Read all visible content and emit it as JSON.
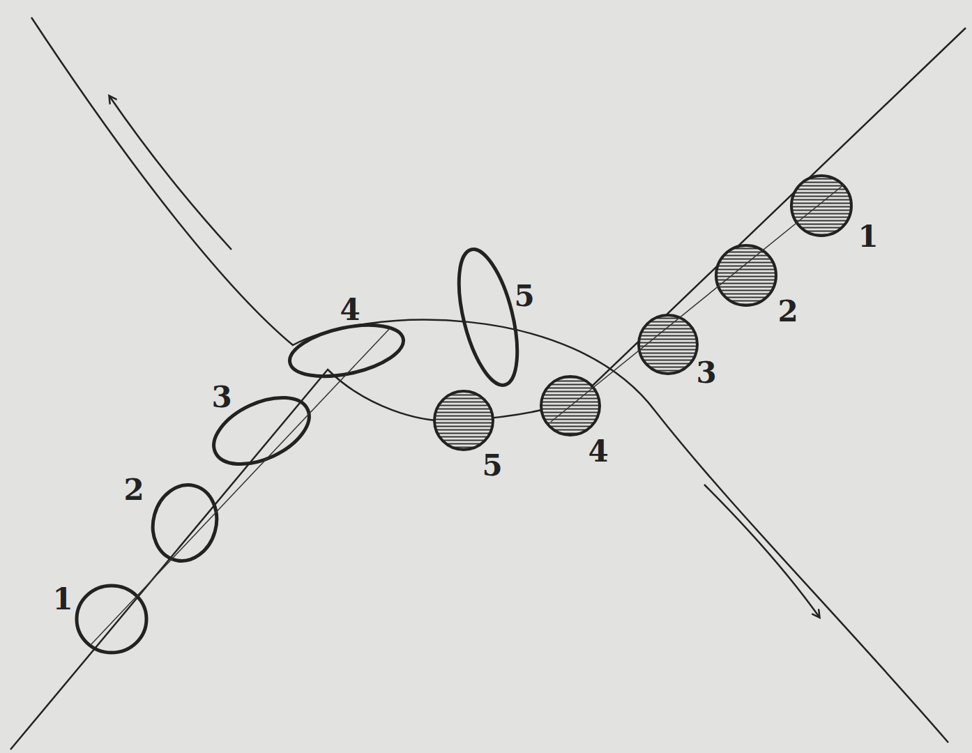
{
  "diagram": {
    "labels": [
      "1",
      "2",
      "3",
      "4",
      "5",
      "5",
      "4",
      "3",
      "2",
      "1"
    ]
  }
}
